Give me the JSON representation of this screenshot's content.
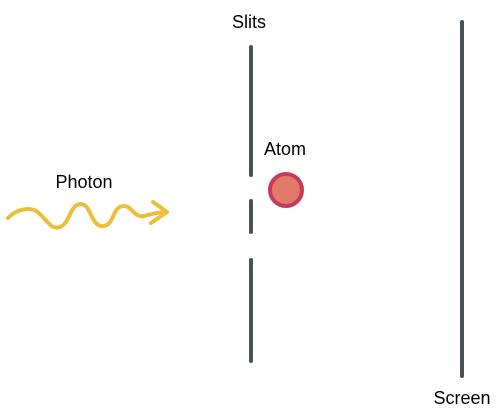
{
  "labels": {
    "slits": "Slits",
    "atom": "Atom",
    "photon": "Photon",
    "screen": "Screen"
  },
  "colors": {
    "background": "#ffffff",
    "barrier": "#4b5256",
    "photon_wave": "#ecbf3a",
    "atom_fill": "#e07a6a",
    "atom_stroke": "#c8395a",
    "text": "#000000"
  }
}
